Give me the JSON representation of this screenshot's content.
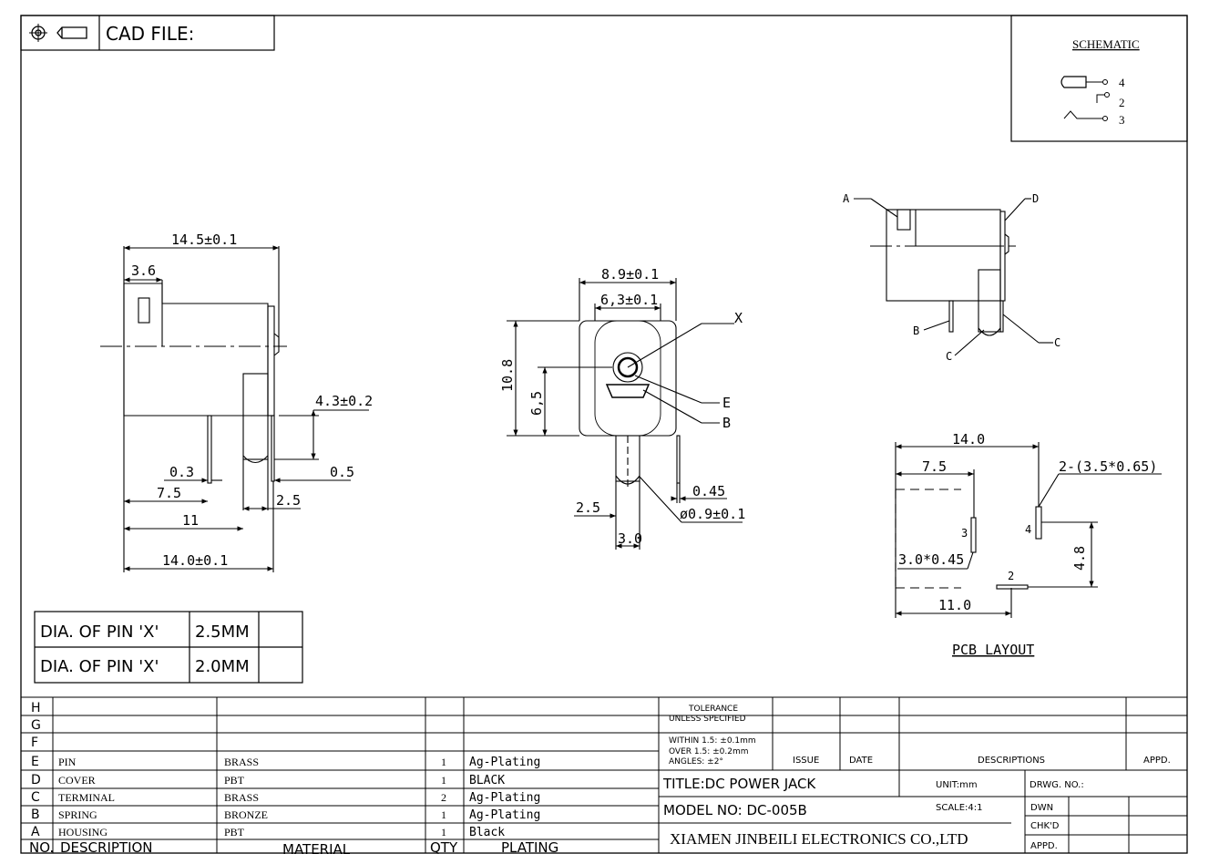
{
  "header": {
    "cad_file_label": "CAD FILE:"
  },
  "schematic": {
    "title": "SCHEMATIC",
    "pins": [
      "4",
      "2",
      "3"
    ]
  },
  "side_view": {
    "dims": {
      "overall_width": "14.5±0.1",
      "front": "3.6",
      "pin_height": "4.3±0.2",
      "pin_a": "0.3",
      "pin_b": "0.5",
      "d1": "7.5",
      "d2": "2.5",
      "d3": "11",
      "bottom": "14.0±0.1"
    }
  },
  "front_view": {
    "dims": {
      "outer": "8.9±0.1",
      "inner": "6,3±0.1",
      "height": "10.8",
      "center_height": "6,5",
      "pin_left": "2.5",
      "pin_thickness": "0.45",
      "pin_dia": "ø0.9±0.1",
      "pin_width": "3.0"
    },
    "callouts": [
      "X",
      "E",
      "B"
    ]
  },
  "top_view": {
    "callouts": [
      "A",
      "D",
      "B",
      "C",
      "C"
    ]
  },
  "pcb_layout": {
    "title": "PCB LAYOUT",
    "dims": {
      "overall": "14.0",
      "left": "7.5",
      "slot_spec": "2-(3.5*0.65)",
      "slot_small": "3.0*0.45",
      "bottom": "11.0",
      "vertical": "4.8"
    },
    "pins": [
      "3",
      "4",
      "2"
    ]
  },
  "pin_table": [
    {
      "label": "DIA. OF PIN 'X'",
      "value": "2.5MM"
    },
    {
      "label": "DIA. OF PIN 'X'",
      "value": "2.0MM"
    }
  ],
  "bom": {
    "rows": [
      {
        "no": "H",
        "desc": "",
        "mat": "",
        "qty": "",
        "plating": ""
      },
      {
        "no": "G",
        "desc": "",
        "mat": "",
        "qty": "",
        "plating": ""
      },
      {
        "no": "F",
        "desc": "",
        "mat": "",
        "qty": "",
        "plating": ""
      },
      {
        "no": "E",
        "desc": "PIN",
        "mat": "BRASS",
        "qty": "1",
        "plating": "Ag-Plating"
      },
      {
        "no": "D",
        "desc": "COVER",
        "mat": "PBT",
        "qty": "1",
        "plating": "BLACK"
      },
      {
        "no": "C",
        "desc": "TERMINAL",
        "mat": "BRASS",
        "qty": "2",
        "plating": "Ag-Plating"
      },
      {
        "no": "B",
        "desc": "SPRING",
        "mat": "BRONZE",
        "qty": "1",
        "plating": "Ag-Plating"
      },
      {
        "no": "A",
        "desc": "HOUSING",
        "mat": "PBT",
        "qty": "1",
        "plating": "Black"
      }
    ],
    "header": {
      "no": "NO.",
      "desc": "DESCRIPTION",
      "mat": "MATERIAL",
      "qty": "QTY",
      "plating": "PLATING"
    }
  },
  "title_block": {
    "tolerance_1": "TOLERANCE",
    "tolerance_2": "UNLESS SPECIFIED",
    "within": "WITHIN 1.5: ±0.1mm",
    "over": "OVER 1.5:  ±0.2mm",
    "angles": "ANGLES: ±2°",
    "issue": "ISSUE",
    "date": "DATE",
    "descriptions": "DESCRIPTIONS",
    "appd": "APPD.",
    "title": "TITLE:DC POWER JACK",
    "unit": "UNIT:mm",
    "drwg_no": "DRWG. NO.:",
    "model": "MODEL NO: DC-005B",
    "scale": "SCALE:4:1",
    "dwn": "DWN",
    "chkd": "CHK'D",
    "appd2": "APPD.",
    "company": "XIAMEN JINBEILI ELECTRONICS CO.,LTD"
  }
}
